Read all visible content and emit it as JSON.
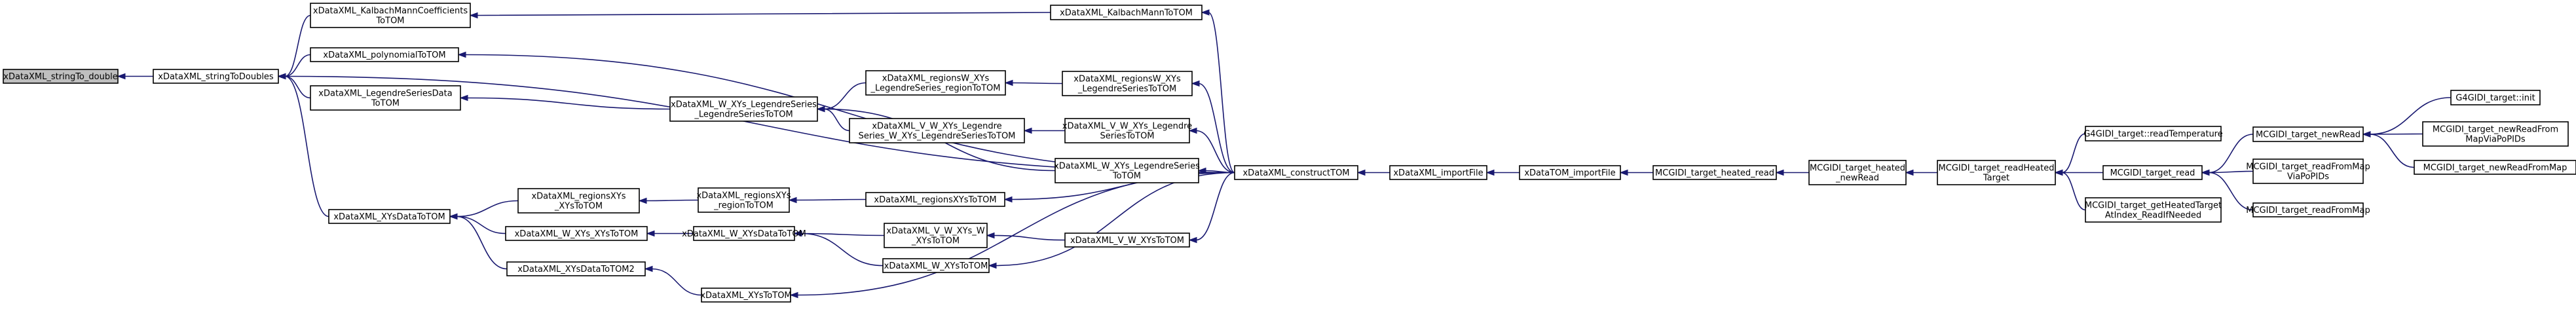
{
  "graph": {
    "root": "xDataXML_stringTo_double",
    "colors": {
      "node_fill": "#ffffff",
      "root_fill": "#bfbfbf",
      "edge": "#191970",
      "text": "#000000"
    },
    "nodes": [
      {
        "id": "n0",
        "lines": [
          "xDataXML_stringTo_double"
        ]
      },
      {
        "id": "n1",
        "lines": [
          "xDataXML_stringToDoubles"
        ]
      },
      {
        "id": "n2",
        "lines": [
          "xDataXML_KalbachMannCoefficients",
          "ToTOM"
        ]
      },
      {
        "id": "n3",
        "lines": [
          "xDataXML_polynomialToTOM"
        ]
      },
      {
        "id": "n4",
        "lines": [
          "xDataXML_LegendreSeriesData",
          "ToTOM"
        ]
      },
      {
        "id": "n5",
        "lines": [
          "xDataXML_XYsDataToTOM"
        ]
      },
      {
        "id": "n6",
        "lines": [
          "xDataXML_KalbachMannToTOM"
        ]
      },
      {
        "id": "n7",
        "lines": [
          "xDataXML_W_XYs_LegendreSeries",
          "_LegendreSeriesToTOM"
        ]
      },
      {
        "id": "n8",
        "lines": [
          "xDataXML_regionsXYs",
          "_XYsToTOM"
        ]
      },
      {
        "id": "n9",
        "lines": [
          "xDataXML_W_XYs_XYsToTOM"
        ]
      },
      {
        "id": "n10",
        "lines": [
          "xDataXML_XYsDataToTOM2"
        ]
      },
      {
        "id": "n11",
        "lines": [
          "xDataXML_regionsW_XYs",
          "_LegendreSeries_regionToTOM"
        ]
      },
      {
        "id": "n12",
        "lines": [
          "xDataXML_V_W_XYs_Legendre",
          "Series_W_XYs_LegendreSeriesToTOM"
        ]
      },
      {
        "id": "n13",
        "lines": [
          "xDataXML_regionsXYs",
          "_regionToTOM"
        ]
      },
      {
        "id": "n14",
        "lines": [
          "xDataXML_W_XYsDataToTOM"
        ]
      },
      {
        "id": "n15",
        "lines": [
          "xDataXML_XYsToTOM"
        ]
      },
      {
        "id": "n16",
        "lines": [
          "xDataXML_regionsW_XYs",
          "_LegendreSeriesToTOM"
        ]
      },
      {
        "id": "n17",
        "lines": [
          "xDataXML_V_W_XYs_Legendre",
          "SeriesToTOM"
        ]
      },
      {
        "id": "n18",
        "lines": [
          "xDataXML_W_XYs_LegendreSeries",
          "ToTOM"
        ]
      },
      {
        "id": "n19",
        "lines": [
          "xDataXML_regionsXYsToTOM"
        ]
      },
      {
        "id": "n20",
        "lines": [
          "xDataXML_V_W_XYs_W",
          "_XYsToTOM"
        ]
      },
      {
        "id": "n21",
        "lines": [
          "xDataXML_W_XYsToTOM"
        ]
      },
      {
        "id": "n22",
        "lines": [
          "xDataXML_V_W_XYsToTOM"
        ]
      },
      {
        "id": "n23",
        "lines": [
          "xDataXML_constructTOM"
        ]
      },
      {
        "id": "n24",
        "lines": [
          "xDataXML_importFile"
        ]
      },
      {
        "id": "n25",
        "lines": [
          "xDataTOM_importFile"
        ]
      },
      {
        "id": "n26",
        "lines": [
          "MCGIDI_target_heated_read"
        ]
      },
      {
        "id": "n27",
        "lines": [
          "MCGIDI_target_heated",
          "_newRead"
        ]
      },
      {
        "id": "n28",
        "lines": [
          "MCGIDI_target_readHeated",
          "Target"
        ]
      },
      {
        "id": "n29",
        "lines": [
          "G4GIDI_target::readTemperature"
        ]
      },
      {
        "id": "n30",
        "lines": [
          "MCGIDI_target_read"
        ]
      },
      {
        "id": "n31",
        "lines": [
          "MCGIDI_target_getHeatedTarget",
          "AtIndex_ReadIfNeeded"
        ]
      },
      {
        "id": "n32",
        "lines": [
          "MCGIDI_target_newRead"
        ]
      },
      {
        "id": "n33",
        "lines": [
          "MCGIDI_target_readFromMap",
          "ViaPoPIDs"
        ]
      },
      {
        "id": "n34",
        "lines": [
          "MCGIDI_target_readFromMap"
        ]
      },
      {
        "id": "n35",
        "lines": [
          "G4GIDI_target::init"
        ]
      },
      {
        "id": "n36",
        "lines": [
          "MCGIDI_target_newReadFrom",
          "MapViaPoPIDs"
        ]
      },
      {
        "id": "n37",
        "lines": [
          "MCGIDI_target_newReadFromMap"
        ]
      }
    ],
    "edges": [
      [
        "n1",
        "n0"
      ],
      [
        "n2",
        "n1"
      ],
      [
        "n3",
        "n1"
      ],
      [
        "n4",
        "n1"
      ],
      [
        "n5",
        "n1"
      ],
      [
        "n23",
        "n1"
      ],
      [
        "n6",
        "n2"
      ],
      [
        "n23",
        "n3"
      ],
      [
        "n7",
        "n4"
      ],
      [
        "n23",
        "n6"
      ],
      [
        "n8",
        "n5"
      ],
      [
        "n9",
        "n5"
      ],
      [
        "n10",
        "n5"
      ],
      [
        "n11",
        "n7"
      ],
      [
        "n12",
        "n7"
      ],
      [
        "n18",
        "n7"
      ],
      [
        "n13",
        "n8"
      ],
      [
        "n14",
        "n9"
      ],
      [
        "n15",
        "n10"
      ],
      [
        "n16",
        "n11"
      ],
      [
        "n17",
        "n12"
      ],
      [
        "n19",
        "n13"
      ],
      [
        "n20",
        "n14"
      ],
      [
        "n21",
        "n14"
      ],
      [
        "n22",
        "n20"
      ],
      [
        "n23",
        "n15"
      ],
      [
        "n23",
        "n16"
      ],
      [
        "n23",
        "n17"
      ],
      [
        "n23",
        "n18"
      ],
      [
        "n23",
        "n19"
      ],
      [
        "n23",
        "n21"
      ],
      [
        "n23",
        "n22"
      ],
      [
        "n24",
        "n23"
      ],
      [
        "n25",
        "n24"
      ],
      [
        "n26",
        "n25"
      ],
      [
        "n27",
        "n26"
      ],
      [
        "n28",
        "n27"
      ],
      [
        "n29",
        "n28"
      ],
      [
        "n30",
        "n28"
      ],
      [
        "n31",
        "n28"
      ],
      [
        "n32",
        "n30"
      ],
      [
        "n33",
        "n30"
      ],
      [
        "n34",
        "n30"
      ],
      [
        "n35",
        "n32"
      ],
      [
        "n36",
        "n32"
      ],
      [
        "n37",
        "n32"
      ]
    ]
  }
}
